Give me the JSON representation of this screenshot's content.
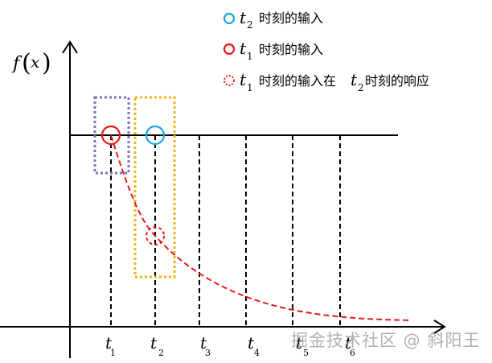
{
  "chart_data": {
    "type": "diagram",
    "title": "",
    "ylabel": "f(x)",
    "xlabel": "",
    "tick_labels": [
      "t1",
      "t2",
      "t3",
      "t4",
      "t5",
      "t6"
    ],
    "ticks": [
      {
        "base": "t",
        "sub": "1"
      },
      {
        "base": "t",
        "sub": "2"
      },
      {
        "base": "t",
        "sub": "3"
      },
      {
        "base": "t",
        "sub": "4"
      },
      {
        "base": "t",
        "sub": "5"
      },
      {
        "base": "t",
        "sub": "6"
      }
    ],
    "legend": [
      {
        "marker": "solid-circle",
        "color": "#1aa7e0",
        "base": "t",
        "sub": "2",
        "text": "时刻的输入"
      },
      {
        "marker": "solid-circle",
        "color": "#e8191a",
        "base": "t",
        "sub": "1",
        "text": "时刻的输入"
      },
      {
        "marker": "dashed-circle",
        "color": "#e8191a",
        "base": "t",
        "sub": "1",
        "text": "时刻的输入在",
        "base2": "t",
        "sub2": "2",
        "text2": "时刻的响应"
      }
    ],
    "annotations": {
      "input_level_line": "constant input level across t1..t6",
      "decay_curve": "red dashed exponential decay starting at t1 input",
      "purple_box": "highlights t1 region",
      "yellow_box": "highlights t2 region"
    },
    "colors": {
      "red": "#e8191a",
      "blue": "#1aa7e0",
      "purple": "#7b72c2",
      "yellow": "#f0b519",
      "black": "#000000"
    }
  },
  "y_axis_label": {
    "f": "f",
    "x": "x"
  },
  "watermark": "掘金技术社区 @ 斜阳王"
}
